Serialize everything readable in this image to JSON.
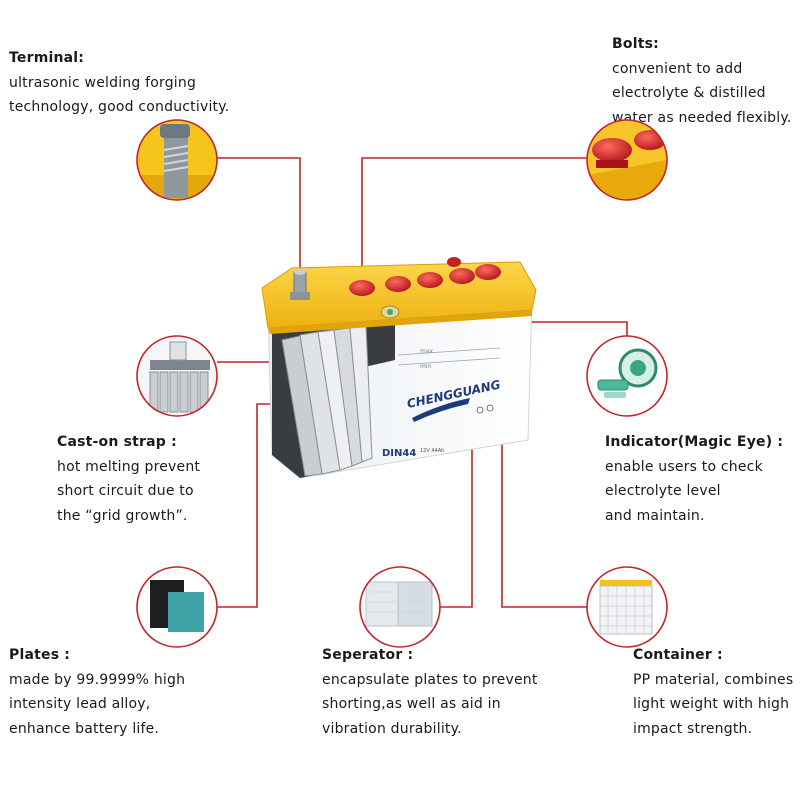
{
  "colors": {
    "leader_line": "#c0262b",
    "lid_yellow": "#f6c21a",
    "cap_red": "#d8232a",
    "case_white": "#f1f3f5"
  },
  "battery": {
    "brand": "CHENGGUANG",
    "model": "DIN44",
    "spec": "12V 44Ah",
    "level_max": "max",
    "level_min": "min"
  },
  "callouts": {
    "terminal": {
      "title": "Terminal:",
      "lines": [
        "ultrasonic welding forging",
        "technology, good conductivity."
      ],
      "icon": "terminal-post-icon"
    },
    "bolts": {
      "title": "Bolts:",
      "lines": [
        "convenient to add",
        "electrolyte & distilled",
        "water as needed flexibly."
      ],
      "icon": "vent-cap-icon"
    },
    "cast_on_strap": {
      "title": "Cast-on strap :",
      "lines": [
        "hot melting prevent",
        "short circuit due to",
        "the “grid growth”."
      ],
      "icon": "cast-strap-icon"
    },
    "indicator": {
      "title": "Indicator(Magic Eye) :",
      "lines": [
        "enable users to check",
        "electrolyte level",
        "and maintain."
      ],
      "icon": "magic-eye-icon"
    },
    "plates": {
      "title": "Plates :",
      "lines": [
        "made by 99.9999% high",
        "intensity lead alloy,",
        "enhance battery life."
      ],
      "icon": "plates-icon"
    },
    "separator": {
      "title": "Seperator :",
      "lines": [
        "encapsulate plates to prevent",
        "shorting,as well as aid in",
        "vibration durability."
      ],
      "icon": "separator-sheets-icon"
    },
    "container": {
      "title": "Container :",
      "lines": [
        "PP material, combines",
        "light weight with high",
        "impact strength."
      ],
      "icon": "container-grid-icon"
    }
  }
}
